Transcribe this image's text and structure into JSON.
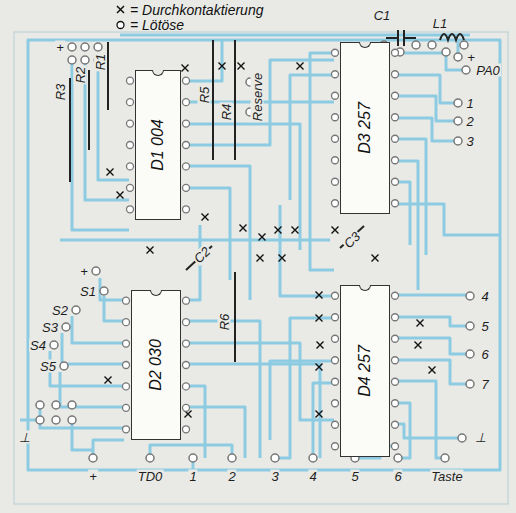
{
  "diagram": {
    "nodes": [
      {
        "text": [
          "D1 004"
        ]
      },
      {
        "text": [
          "D2 030"
        ]
      },
      {
        "text": [
          "D3 257"
        ]
      },
      {
        "text": [
          "D4 257"
        ]
      }
    ],
    "labels": [
      "+",
      "R1",
      "R2",
      "R3",
      "R5",
      "R4",
      "Reserve",
      "C1",
      "L1",
      "+",
      "PA0",
      "1",
      "2",
      "3",
      "C2",
      "C3",
      "R6",
      "+",
      "S1",
      "S2",
      "S3",
      "S4",
      "S5",
      "4",
      "5",
      "6",
      "7",
      "⊥",
      "⊥",
      "+",
      "TD0",
      "1",
      "2",
      "3",
      "4",
      "5",
      "6",
      "Taste"
    ],
    "legend": [
      {
        "text": "= Durchkontaktierung"
      },
      {
        "text": "= Lötöse"
      }
    ]
  }
}
